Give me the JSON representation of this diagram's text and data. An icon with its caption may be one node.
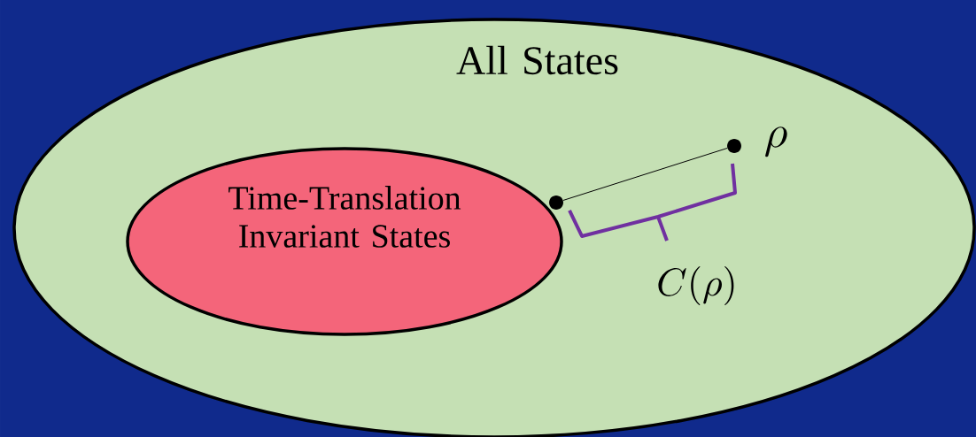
{
  "diagram": {
    "nodes": [
      {
        "text": [
          "All States"
        ]
      },
      {
        "text": [
          "Time-Translation Invariant States"
        ],
        "in": 0
      },
      {
        "text": [],
        "shape": "circle",
        "in": 0
      },
      {
        "text": [],
        "shape": "circle",
        "in": 0,
        "beside": [
          "\\rho"
        ]
      }
    ],
    "edges": [
      {
        "from": 2,
        "to": 3,
        "arrow": "none"
      }
    ],
    "labels": [
      "C(\\rho)"
    ]
  }
}
